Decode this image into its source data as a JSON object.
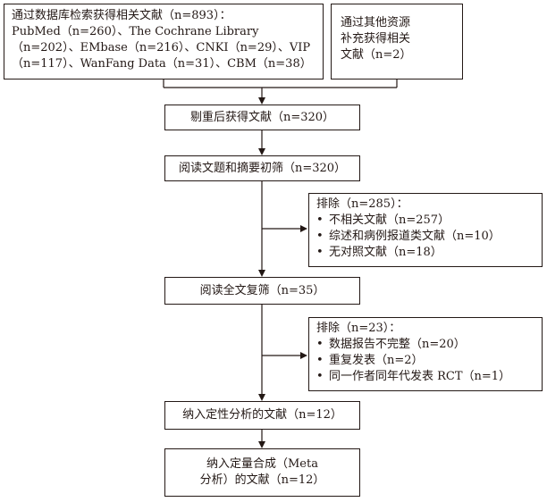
{
  "sources": {
    "database": {
      "lines": [
        "通过数据库检索获得相关文献（n=893）：",
        "PubMed（n=260）、The Cochrane Library",
        "（n=202）、EMbase（n=216）、CNKI（n=29）、VIP",
        "（n=117）、WanFang Data（n=31）、CBM（n=38）"
      ]
    },
    "other": {
      "lines": [
        "通过其他资源",
        "补充获得相关",
        "文献（n=2）"
      ]
    }
  },
  "steps": {
    "dedup": "剔重后获得文献（n=320）",
    "title_abstract": "阅读文题和摘要初筛（n=320）",
    "full_text": "阅读全文复筛（n=35）",
    "qualitative": "纳入定性分析的文献（n=12）",
    "quantitative": [
      "纳入定量合成（Meta",
      "分析）的文献（n=12）"
    ]
  },
  "exclusions": {
    "first": {
      "title": "排除（n=285）：",
      "items": [
        "不相关文献（n=257）",
        "综述和病例报道类文献（n=10）",
        "无对照文献（n=18）"
      ]
    },
    "second": {
      "title": "排除（n=23）：",
      "items": [
        "数据报告不完整（n=20）",
        "重复发表（n=2）",
        "同一作者同年代发表 RCT（n=1）"
      ]
    }
  },
  "bullet_glyph": "•"
}
